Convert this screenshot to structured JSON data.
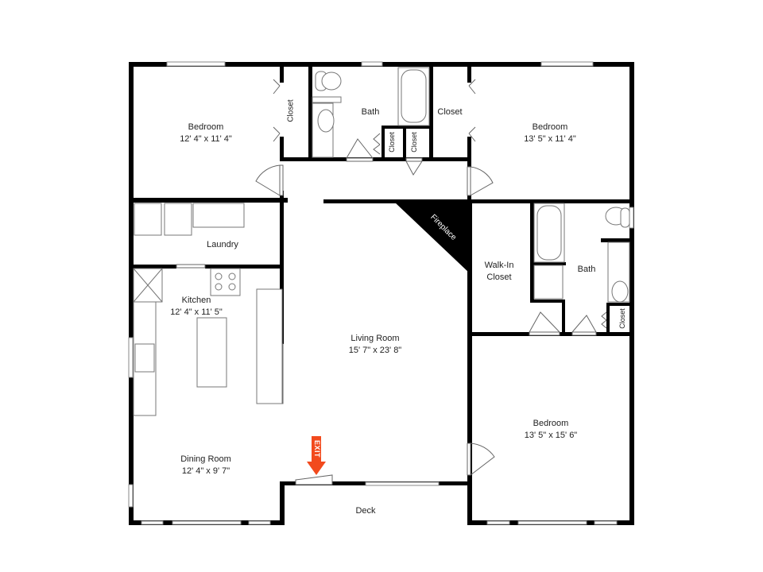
{
  "floor_plan": {
    "rooms": [
      {
        "id": "bedroom_nw",
        "name": "Bedroom",
        "dimensions": "12' 4\" x 11' 4\""
      },
      {
        "id": "bath_north",
        "name": "Bath"
      },
      {
        "id": "closet_nw",
        "name": "Closet"
      },
      {
        "id": "closet_north",
        "name": "Closet"
      },
      {
        "id": "closet_small_1",
        "name": "Closet"
      },
      {
        "id": "closet_small_2",
        "name": "Closet"
      },
      {
        "id": "bedroom_ne",
        "name": "Bedroom",
        "dimensions": "13' 5\" x 11' 4\""
      },
      {
        "id": "laundry",
        "name": "Laundry"
      },
      {
        "id": "kitchen",
        "name": "Kitchen",
        "dimensions": "12' 4\" x 11' 5\""
      },
      {
        "id": "living_room",
        "name": "Living Room",
        "dimensions": "15' 7\" x 23' 8\""
      },
      {
        "id": "fireplace",
        "name": "Fireplace"
      },
      {
        "id": "walkin_closet",
        "name": "Walk-In Closet",
        "line1": "Walk-In",
        "line2": "Closet"
      },
      {
        "id": "bath_east",
        "name": "Bath"
      },
      {
        "id": "closet_east",
        "name": "Closet"
      },
      {
        "id": "bedroom_se",
        "name": "Bedroom",
        "dimensions": "13' 5\" x 15' 6\""
      },
      {
        "id": "dining_room",
        "name": "Dining Room",
        "dimensions": "12' 4\" x 9' 7\""
      },
      {
        "id": "deck",
        "name": "Deck"
      }
    ],
    "exit_marker": {
      "label": "EXIT",
      "color": "#F24A1D"
    },
    "colors": {
      "wall": "#000000",
      "background": "#FFFFFF",
      "fireplace": "#000000"
    }
  }
}
